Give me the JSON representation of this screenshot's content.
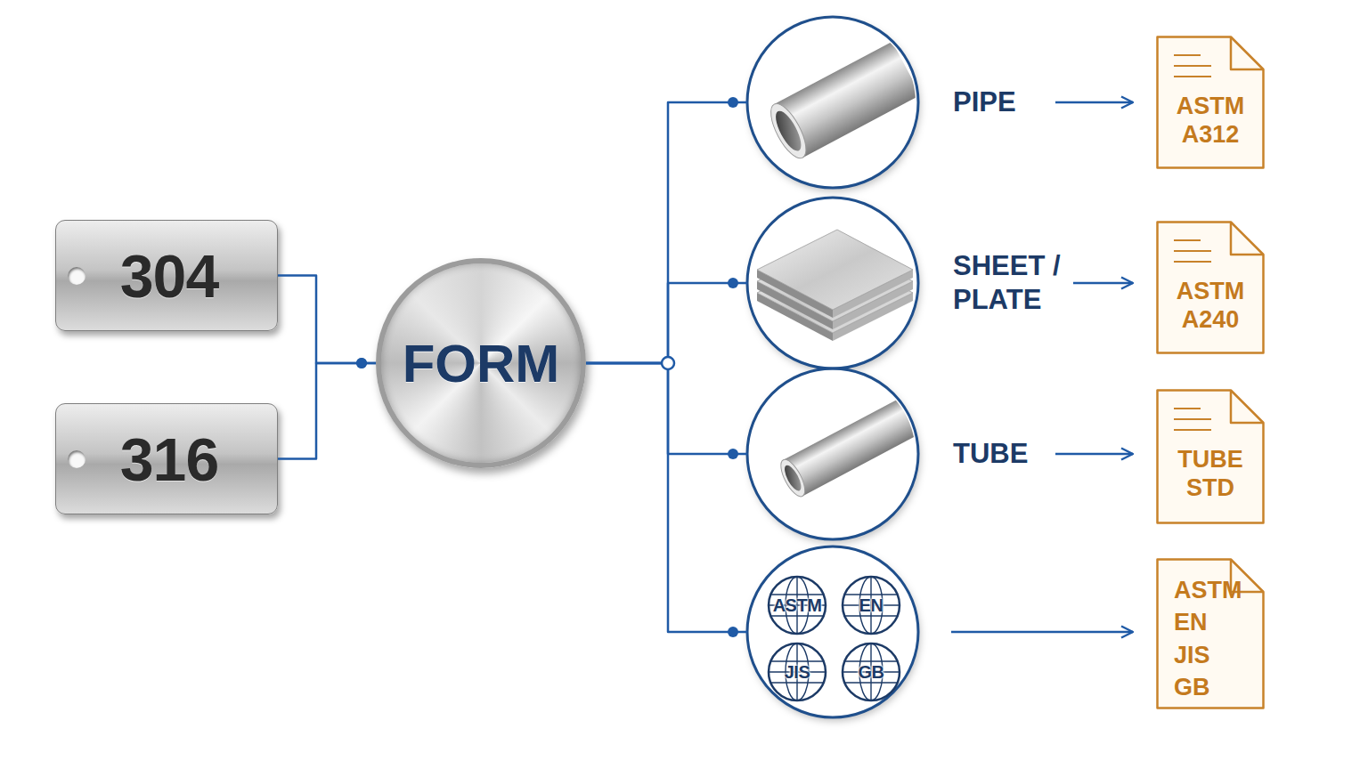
{
  "diagram": {
    "nodes": [
      {
        "text": [
          "304"
        ]
      },
      {
        "text": [
          "316"
        ]
      },
      {
        "text": [
          "FORM"
        ]
      },
      {
        "text": [
          "PIPE"
        ]
      },
      {
        "text": [
          "ASTM A312"
        ]
      },
      {
        "text": [
          "SHEET / PLATE"
        ]
      },
      {
        "text": [
          "ASTM A240"
        ]
      },
      {
        "text": [
          "TUBE"
        ]
      },
      {
        "text": [
          "TUBE STD"
        ]
      },
      {
        "text": []
      },
      {
        "text": [
          "ASTM"
        ],
        "in": 9
      },
      {
        "text": [
          "EN"
        ],
        "in": 9
      },
      {
        "text": [
          "JIS"
        ],
        "in": 9
      },
      {
        "text": [
          "GB"
        ],
        "in": 9
      },
      {
        "text": [
          "ASTM EN JIS GB"
        ]
      }
    ],
    "edges": [
      {
        "from": 0,
        "to": 2,
        "arrow": "none"
      },
      {
        "from": 1,
        "to": 2,
        "arrow": "none"
      },
      {
        "from": 2,
        "to": 3,
        "arrow": "none"
      },
      {
        "from": 2,
        "to": 5,
        "arrow": "none"
      },
      {
        "from": 2,
        "to": 7,
        "arrow": "none"
      },
      {
        "from": 2,
        "to": 9,
        "arrow": "none"
      },
      {
        "from": 3,
        "to": 4,
        "arrow": "to"
      },
      {
        "from": 5,
        "to": 6,
        "arrow": "to"
      },
      {
        "from": 7,
        "to": 8,
        "arrow": "to"
      },
      {
        "from": 9,
        "to": 14,
        "arrow": "to"
      }
    ]
  }
}
